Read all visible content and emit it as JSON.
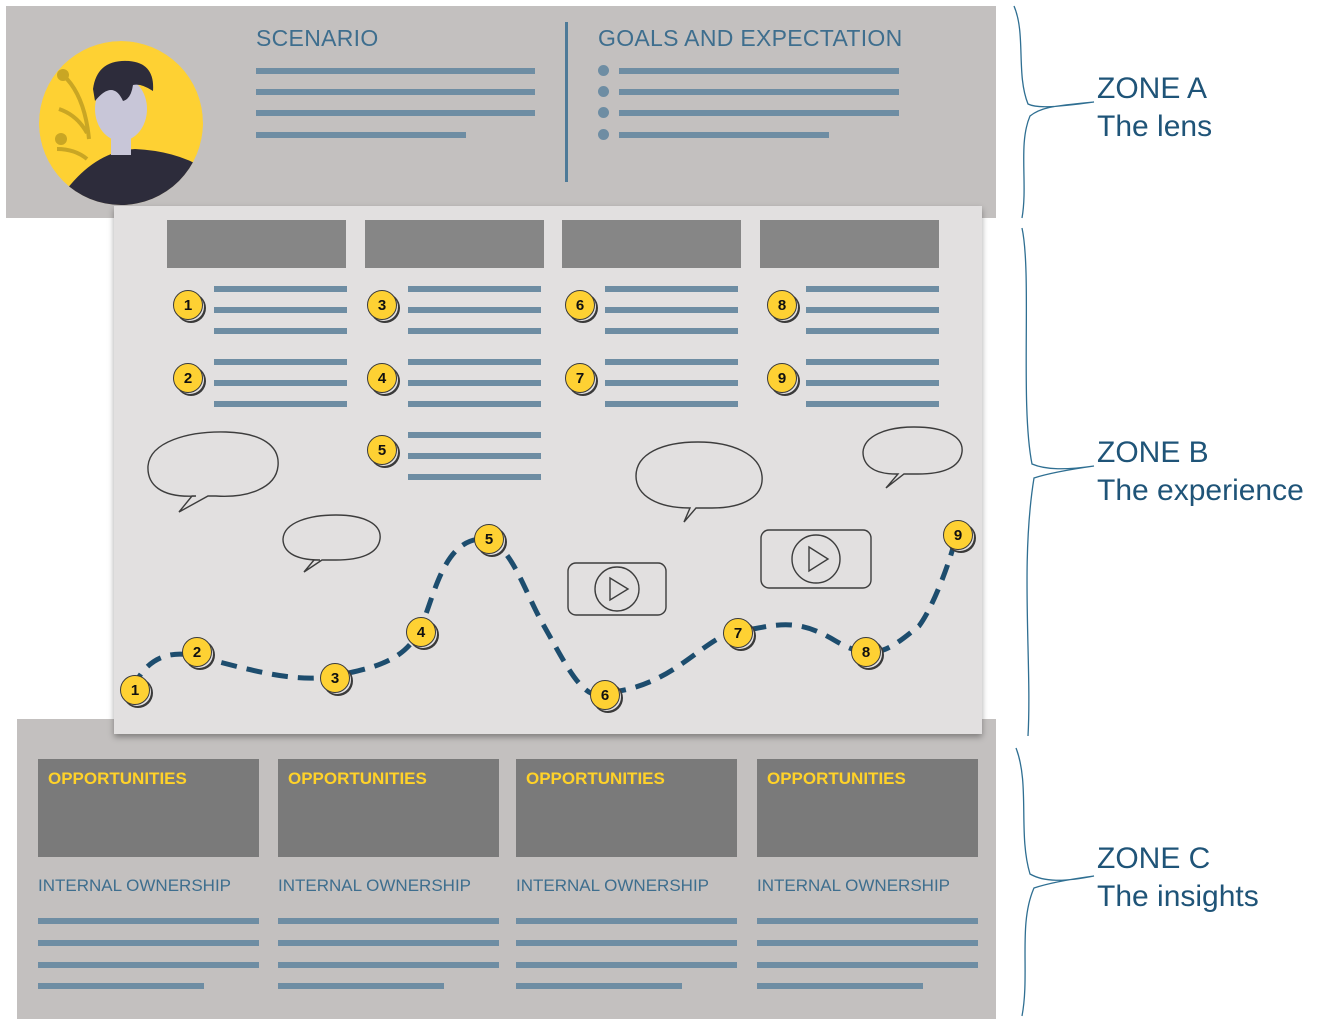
{
  "zone_a": {
    "scenario_title": "SCENARIO",
    "goals_title": "GOALS AND EXPECTATION"
  },
  "zone_b": {
    "steps": [
      "1",
      "2",
      "3",
      "4",
      "5",
      "6",
      "7",
      "8",
      "9"
    ]
  },
  "zone_c": {
    "columns": [
      {
        "opportunities": "OPPORTUNITIES",
        "ownership": "INTERNAL OWNERSHIP"
      },
      {
        "opportunities": "OPPORTUNITIES",
        "ownership": "INTERNAL OWNERSHIP"
      },
      {
        "opportunities": "OPPORTUNITIES",
        "ownership": "INTERNAL OWNERSHIP"
      },
      {
        "opportunities": "OPPORTUNITIES",
        "ownership": "INTERNAL OWNERSHIP"
      }
    ]
  },
  "labels": {
    "zone_a": {
      "name": "ZONE A",
      "desc": "The lens"
    },
    "zone_b": {
      "name": "ZONE B",
      "desc": "The experience"
    },
    "zone_c": {
      "name": "ZONE C",
      "desc": "The insights"
    }
  },
  "colors": {
    "accent_yellow": "#fed133",
    "line_blue": "#6e8da3",
    "path_blue": "#1d4d6e",
    "text_blue": "#1f5478"
  }
}
